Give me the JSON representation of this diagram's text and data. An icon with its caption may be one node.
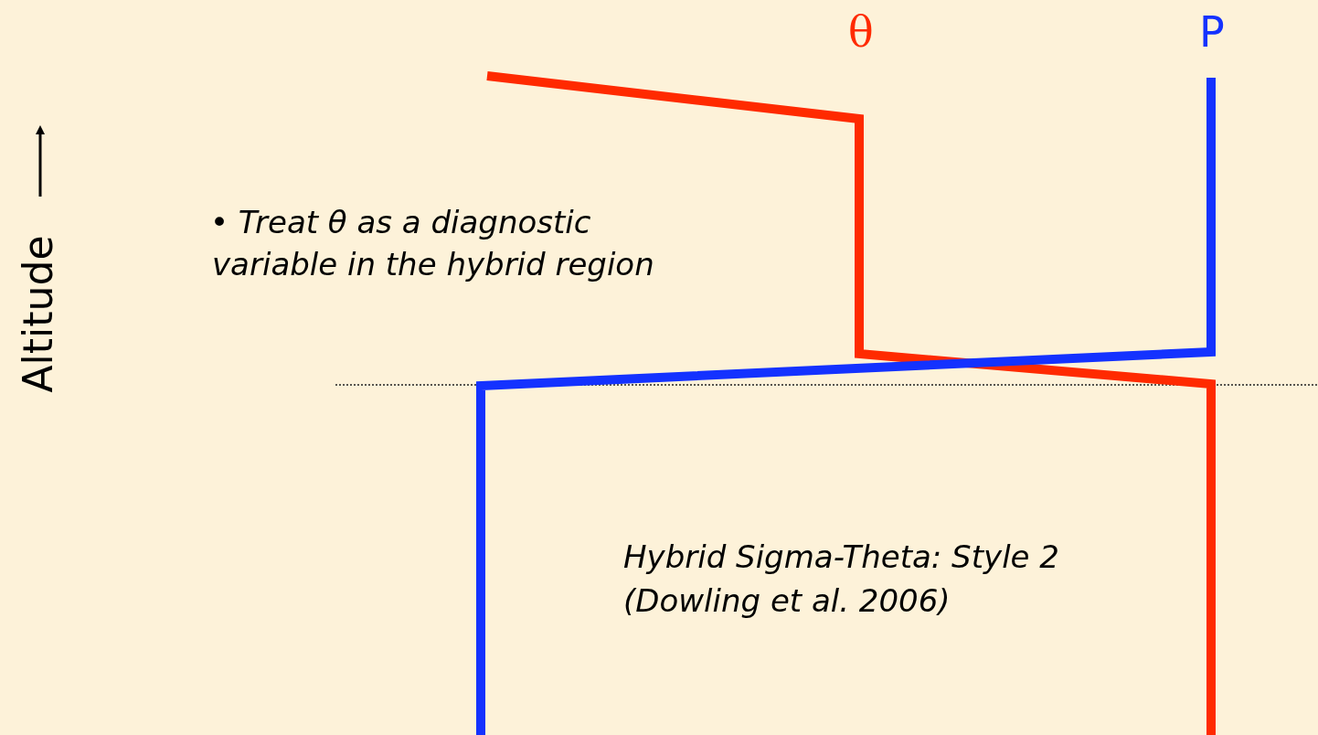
{
  "diagram": {
    "caption": "Hybrid Sigma-Theta: Style 2 (Dowling et al. 2006)",
    "labels": [
      "θ",
      "P",
      "Altitude",
      "• Treat θ as a diagnostic variable in the hybrid region"
    ]
  }
}
